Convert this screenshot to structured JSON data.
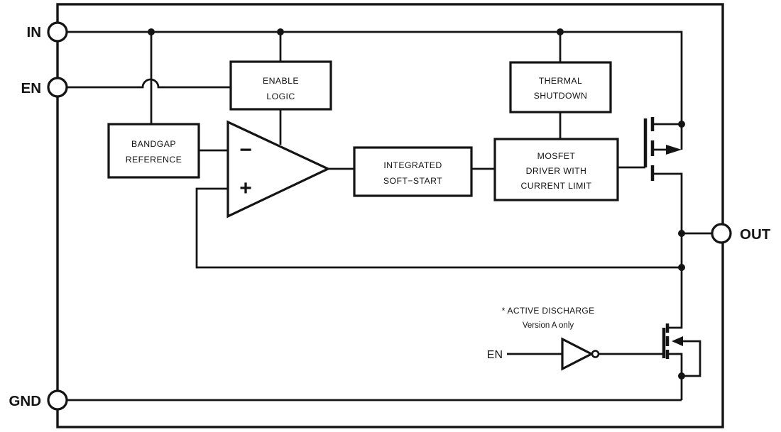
{
  "figure": {
    "type": "ldo-regulator-functional-block-diagram",
    "colors": {
      "line": "#141414",
      "background": "#ffffff"
    },
    "pins": {
      "in": "IN",
      "en": "EN",
      "gnd": "GND",
      "out": "OUT"
    },
    "blocks": {
      "enable_logic": {
        "lines": [
          "ENABLE",
          "LOGIC"
        ]
      },
      "bandgap_reference": {
        "lines": [
          "BANDGAP",
          "REFERENCE"
        ]
      },
      "integrated_soft_start": {
        "lines": [
          "INTEGRATED",
          "SOFT−START"
        ]
      },
      "thermal_shutdown": {
        "lines": [
          "THERMAL",
          "SHUTDOWN"
        ]
      },
      "mosfet_driver": {
        "lines": [
          "MOSFET",
          "DRIVER WITH",
          "CURRENT LIMIT"
        ]
      }
    },
    "error_amplifier": {
      "minus_symbol": "−",
      "plus_symbol": "+"
    },
    "active_discharge": {
      "note": "* ACTIVE DISCHARGE",
      "version": "Version A only",
      "en_label": "EN"
    }
  }
}
